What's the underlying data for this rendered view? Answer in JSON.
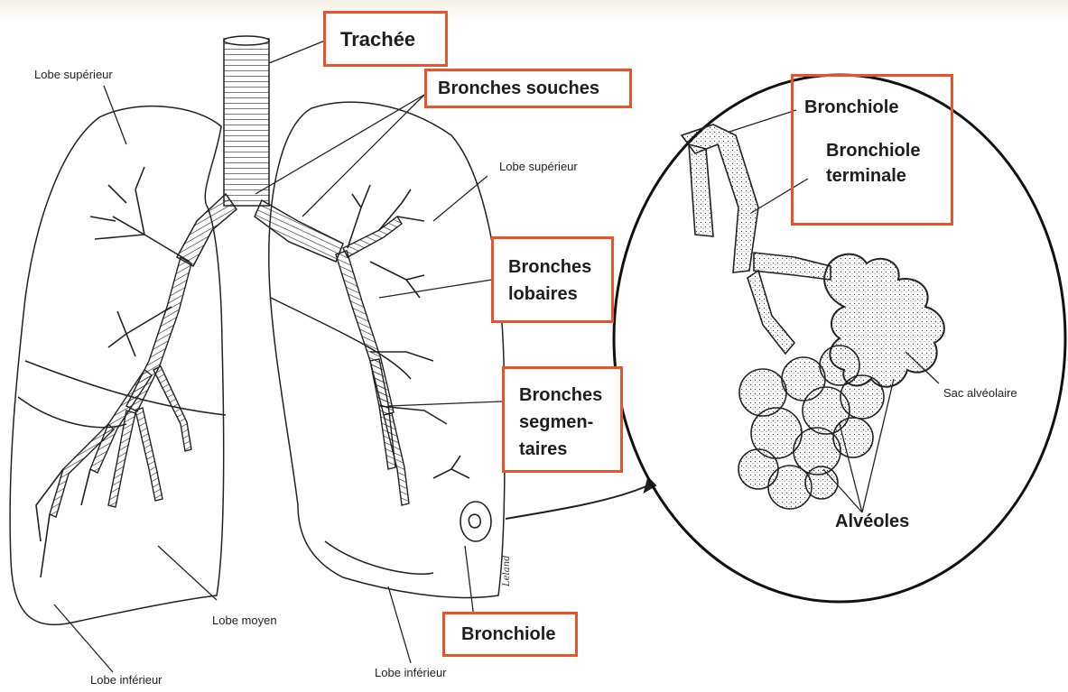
{
  "labels": {
    "lobe_superieur_left": "Lobe supérieur",
    "lobe_superieur_right": "Lobe supérieur",
    "lobe_moyen": "Lobe moyen",
    "lobe_inferieur_left": "Lobe inférieur",
    "lobe_inferieur_right": "Lobe inférieur",
    "sac_alveolaire": "Sac alvéolaire",
    "alveoles": "Alvéoles",
    "signature": "Leland"
  },
  "boxes": {
    "trachee": "Trachée",
    "bronches_souches": "Bronches souches",
    "bronches_lobaires": [
      "Bronches",
      "lobaires"
    ],
    "bronches_segmentaires": [
      "Bronches",
      "segmen-",
      "taires"
    ],
    "bronchiole_bottom": "Bronchiole",
    "bronchiole_zoom": "Bronchiole",
    "bronchiole_terminale": [
      "Bronchiole",
      "terminale"
    ]
  },
  "colors": {
    "highlight_box": "#e8532a",
    "ink": "#1a1a1a"
  }
}
